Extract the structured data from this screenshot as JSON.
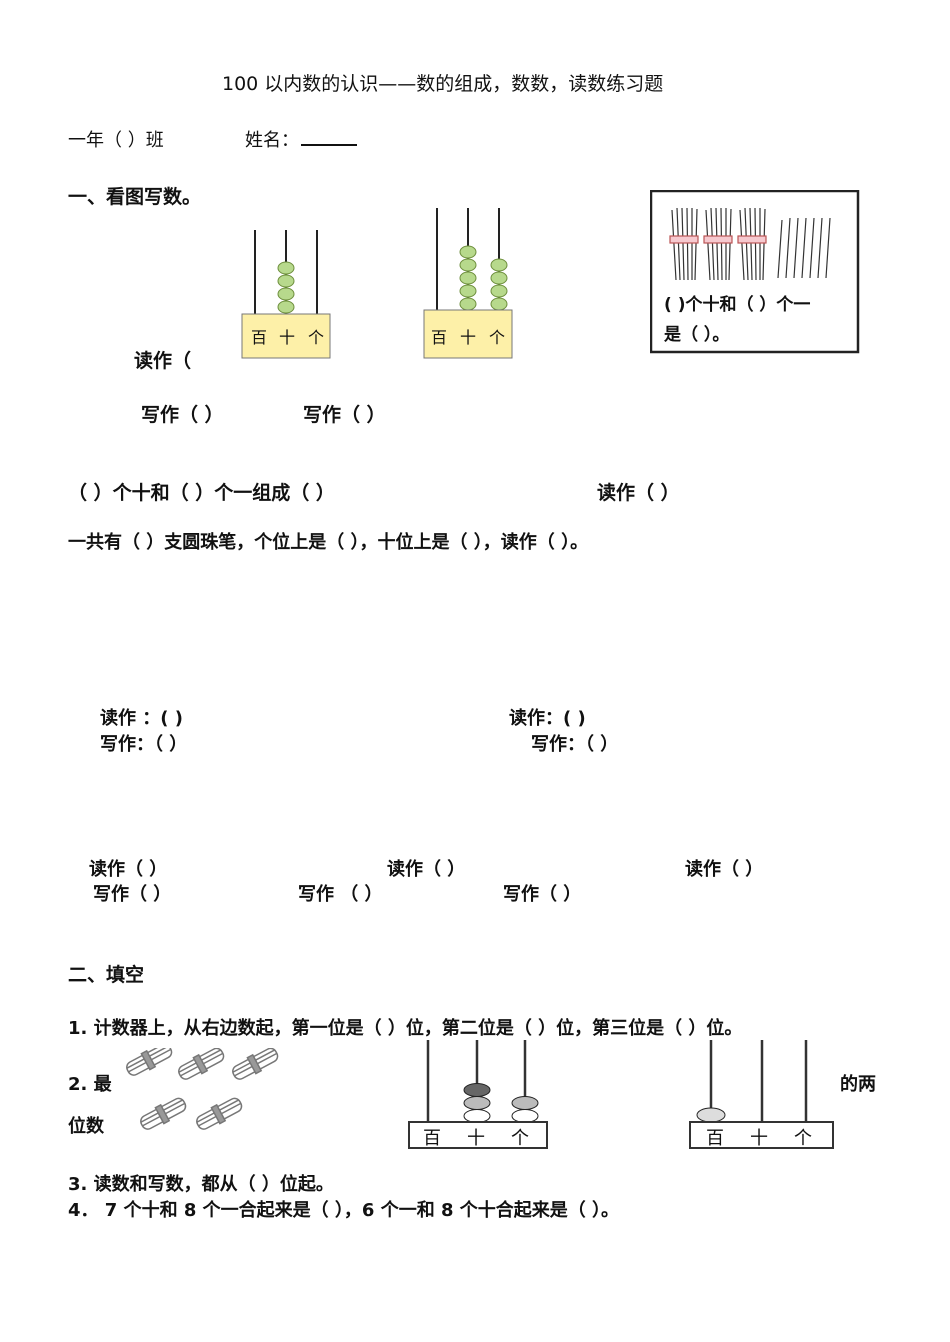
{
  "title": "100 以内数的认识——数的组成，数数，读数练习题",
  "header": {
    "class_label": "一年（      ）班",
    "name_label": "姓名："
  },
  "section1": {
    "heading": "一、看图写数。",
    "abacus_labels": [
      "百",
      "十",
      "个"
    ],
    "read_as_1": "读作（",
    "write_as_a": "写作（      ）",
    "write_as_b": "写作（      ）",
    "stick_caption_line1": "( )个十和（   ）个一",
    "stick_caption_line2": "是（  ）。",
    "q_compose": "（          ）个十和（         ）个一组成（         ）",
    "q_compose_read": "读作（             ）",
    "q_pens": "一共有（          ）支圆珠笔，个位上是（           ），十位上是（           ），读作（            ）。",
    "pair_read_left": "读作 ：(                )",
    "pair_write_left": "写作：（                ）",
    "pair_read_right": "读作：(                )",
    "pair_write_right": "写作：（              ）",
    "triple_read_1": "读作（        ）",
    "triple_read_2": "读作（         ）",
    "triple_read_3": "读作（         ）",
    "triple_write_1": "写作（      ）",
    "triple_write_2": "写作 （     ）",
    "triple_write_3": "写作（      ）"
  },
  "section2": {
    "heading": "二、填空",
    "q1": "1. 计数器上，从右边数起，第一位是（     ）位，第二位是（     ）位，第三位是（     ）位。",
    "q2_start": "2. 最",
    "q2_end": "的两",
    "q2_line2": "位数",
    "abacus_labels": [
      "百",
      "十",
      "个"
    ],
    "q3": "3. 读数和写数，都从（    ）位起。",
    "q4": "4． 7 个十和 8 个一合起来是（  ），6 个一和 8 个十合起来是（    ）。"
  }
}
